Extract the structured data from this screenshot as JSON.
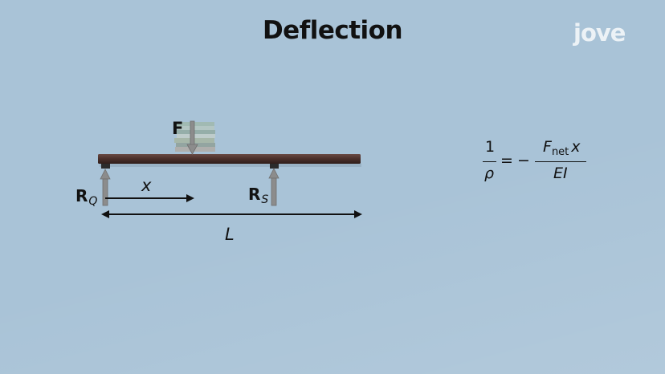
{
  "title": "Deflection",
  "logo": "jove",
  "labels": {
    "force": "F",
    "support_left": "R",
    "support_left_sub": "Q",
    "support_right": "R",
    "support_right_sub": "S",
    "distance": "x",
    "length": "L"
  },
  "formula": {
    "lhs_numerator": "1",
    "lhs_denominator": "ρ",
    "equals": "=",
    "minus": "−",
    "rhs_force": "F",
    "rhs_force_sub": "net",
    "rhs_x": "x",
    "rhs_denominator": "EI"
  },
  "colors": {
    "background": "#a9c3d7",
    "beam": "#4a2f2a",
    "arrow": "#8c8c8c",
    "text": "#111111"
  }
}
